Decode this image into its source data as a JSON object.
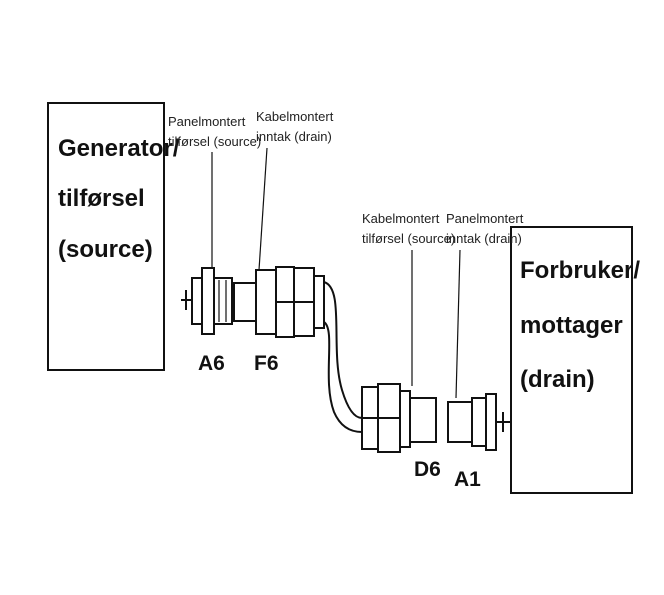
{
  "generator_box": {
    "lines": [
      "Generator/",
      "tilførsel",
      "(source)"
    ]
  },
  "consumer_box": {
    "lines": [
      "Forbruker/",
      "mottager",
      "(drain)"
    ]
  },
  "annotations": {
    "panel_source": [
      "Panelmontert",
      "tilførsel (source)"
    ],
    "cable_drain": [
      "Kabelmontert",
      "inntak (drain)"
    ],
    "cable_source": [
      "Kabelmontert",
      "tilførsel (source)"
    ],
    "panel_drain": [
      "Panelmontert",
      "inntak (drain)"
    ]
  },
  "connector_codes": {
    "a6": "A6",
    "f6": "F6",
    "d6": "D6",
    "a1": "A1"
  },
  "colors": {
    "ink": "#111111",
    "background": "#ffffff"
  }
}
